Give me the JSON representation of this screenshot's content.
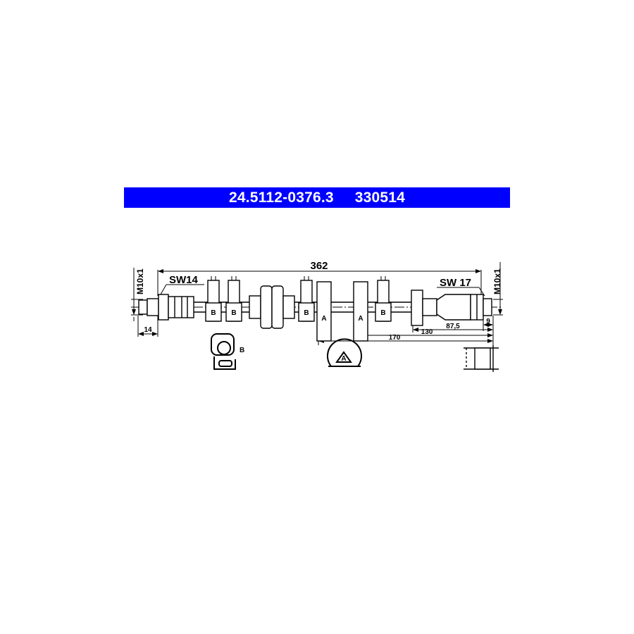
{
  "header": {
    "part_number": "24.5112-0376.3",
    "ref_number": "330514",
    "background": "#0000ff",
    "text_color": "#ffffff"
  },
  "dimensions": {
    "total_length": "362",
    "thread_left": "M10x1",
    "thread_right": "M10x1",
    "wrench_left": "SW14",
    "wrench_right": "SW 17",
    "left_end_length": "14",
    "right_end_length": "9",
    "dim_87_5": "87,5",
    "dim_130": "130",
    "dim_170": "170"
  },
  "clips": {
    "bracket_b": "B",
    "bracket_a": "A"
  }
}
